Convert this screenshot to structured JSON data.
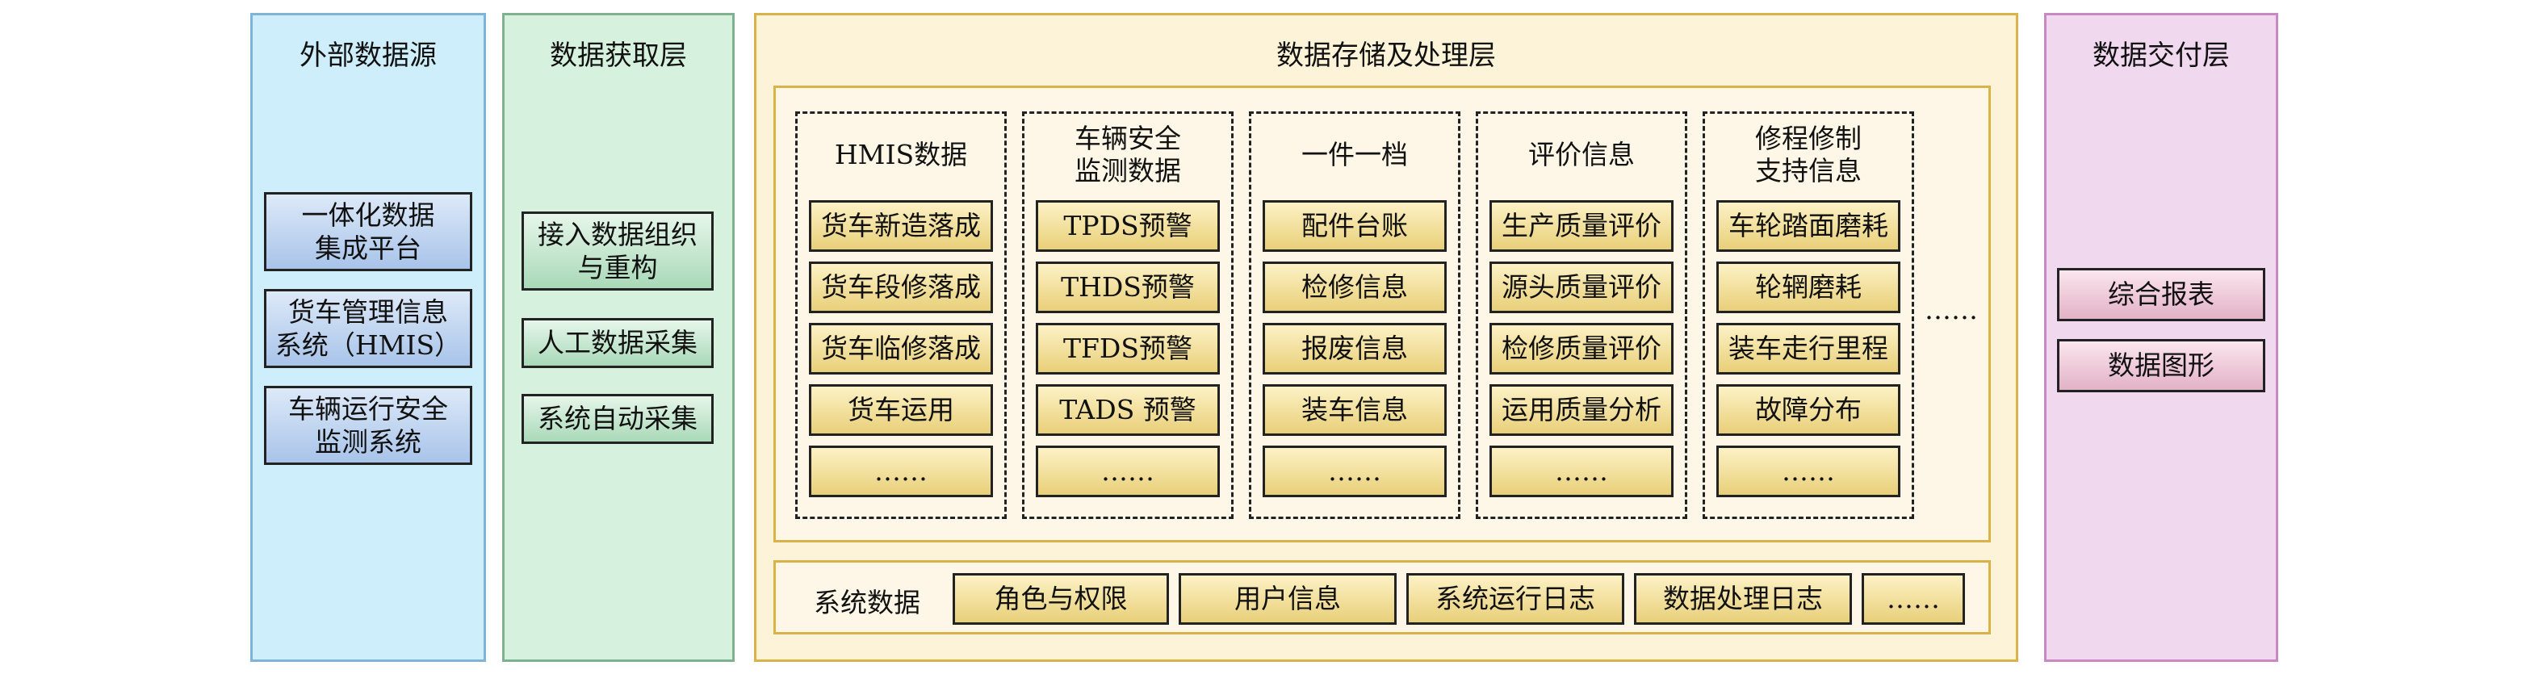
{
  "layers": {
    "external": {
      "title": "外部数据源",
      "items": [
        "一体化数据\n集成平台",
        "货车管理信息\n系统（HMIS）",
        "车辆运行安全\n监测系统"
      ]
    },
    "acquisition": {
      "title": "数据获取层",
      "items": [
        "接入数据组织\n与重构",
        "人工数据采集",
        "系统自动采集"
      ]
    },
    "storage": {
      "title": "数据存储及处理层",
      "groups": [
        {
          "title": "HMIS数据",
          "items": [
            "货车新造落成",
            "货车段修落成",
            "货车临修落成",
            "货车运用",
            "……"
          ]
        },
        {
          "title": "车辆安全\n监测数据",
          "items": [
            "TPDS预警",
            "THDS预警",
            "TFDS预警",
            "TADS 预警",
            "……"
          ]
        },
        {
          "title": "一件一档",
          "items": [
            "配件台账",
            "检修信息",
            "报废信息",
            "装车信息",
            "……"
          ]
        },
        {
          "title": "评价信息",
          "items": [
            "生产质量评价",
            "源头质量评价",
            "检修质量评价",
            "运用质量分析",
            "……"
          ]
        },
        {
          "title": "修程修制\n支持信息",
          "items": [
            "车轮踏面磨耗",
            "轮辋磨耗",
            "装车走行里程",
            "故障分布",
            "……"
          ]
        }
      ],
      "ellipsis": "……",
      "system": {
        "label": "系统数据",
        "items": [
          "角色与权限",
          "用户信息",
          "系统运行日志",
          "数据处理日志",
          "……"
        ]
      }
    },
    "delivery": {
      "title": "数据交付层",
      "items": [
        "综合报表",
        "数据图形"
      ]
    }
  },
  "colors": {
    "external_bg": "#cdeefa",
    "external_border": "#7fb3d8",
    "acquisition_bg": "#d6f1dd",
    "acquisition_border": "#7fb08f",
    "storage_bg": "#fdf3d8",
    "storage_border": "#d9b24a",
    "delivery_bg": "#f0d8ee",
    "delivery_border": "#c68ac0"
  }
}
